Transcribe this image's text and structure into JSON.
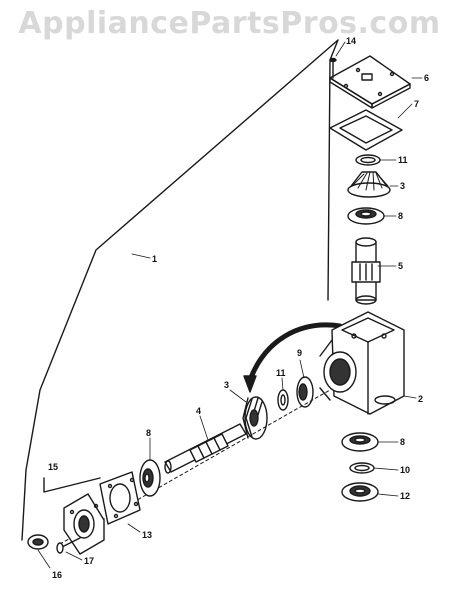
{
  "watermark": "AppliancePartsPros.com",
  "callouts": {
    "c1": "1",
    "c2": "2",
    "c3a": "3",
    "c3b": "3",
    "c4": "4",
    "c5": "5",
    "c6": "6",
    "c7": "7",
    "c8a": "8",
    "c8b": "8",
    "c8c": "8",
    "c9": "9",
    "c10": "10",
    "c11a": "11",
    "c11b": "11",
    "c12": "12",
    "c13": "13",
    "c14": "14",
    "c15": "15",
    "c16": "16",
    "c17": "17"
  },
  "colors": {
    "ink": "#1a1a1a",
    "watermark": "#d8d8d8",
    "background": "#ffffff"
  }
}
